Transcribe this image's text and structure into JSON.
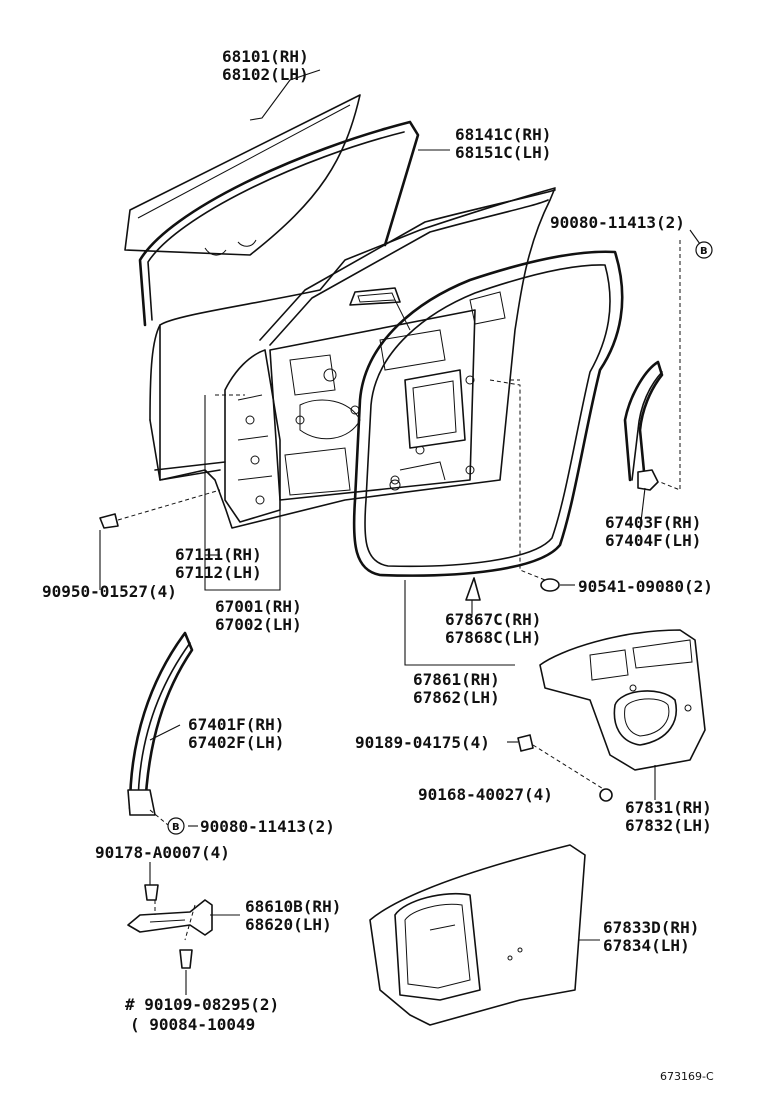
{
  "parts": {
    "door_glass": {
      "rh": "68101(RH)",
      "lh": "68102(LH)"
    },
    "glass_run": {
      "rh": "68141C(RH)",
      "lh": "68151C(LH)"
    },
    "bolt_top_right": {
      "num": "90080-11413(2)"
    },
    "marker_b": "B",
    "rear_channel": {
      "rh": "67403F(RH)",
      "lh": "67404F(LH)"
    },
    "hinge_panel": {
      "rh": "67111(RH)",
      "lh": "67112(LH)"
    },
    "door_panel": {
      "rh": "67001(RH)",
      "lh": "67002(LH)"
    },
    "plug": {
      "num": "90950-01527(4)"
    },
    "clip_90541": {
      "num": "90541-09080(2)"
    },
    "clip_67867": {
      "rh": "67867C(RH)",
      "lh": "67868C(LH)"
    },
    "weatherstrip": {
      "rh": "67861(RH)",
      "lh": "67862(LH)"
    },
    "front_channel": {
      "rh": "67401F(RH)",
      "lh": "67402F(LH)"
    },
    "clip_90189": {
      "num": "90189-04175(4)"
    },
    "screw_90168": {
      "num": "90168-40027(4)"
    },
    "trim_board": {
      "rh": "67831(RH)",
      "lh": "67832(LH)"
    },
    "bolt_bottom_left": {
      "num": "90080-11413(2)"
    },
    "bolt_90178": {
      "num": "90178-A0007(4)"
    },
    "check": {
      "rh": "68610B(RH)",
      "lh": "68620(LH)"
    },
    "lower_panel": {
      "rh": "67833D(RH)",
      "lh": "67834(LH)"
    },
    "bolt_90109": {
      "num": "# 90109-08295(2)"
    },
    "bolt_90084": {
      "num": "( 90084-10049"
    }
  },
  "diagram_ref": "673169-C"
}
